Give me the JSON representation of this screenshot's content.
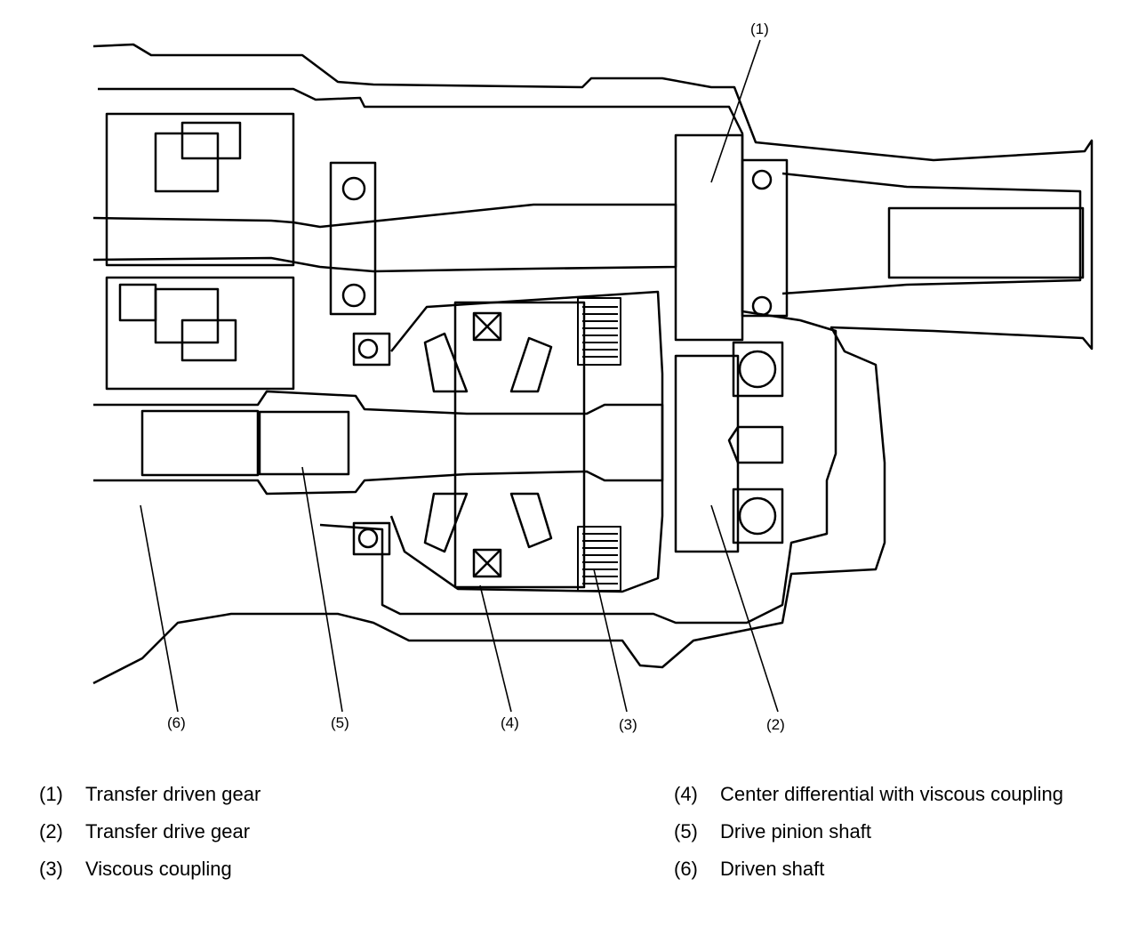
{
  "callouts": [
    "(1)",
    "(2)",
    "(3)",
    "(4)",
    "(5)",
    "(6)"
  ],
  "legend": {
    "left": [
      {
        "num": "(1)",
        "text": "Transfer driven gear"
      },
      {
        "num": "(2)",
        "text": "Transfer drive gear"
      },
      {
        "num": "(3)",
        "text": "Viscous coupling"
      }
    ],
    "right": [
      {
        "num": "(4)",
        "text": "Center differential with viscous coupling"
      },
      {
        "num": "(5)",
        "text": "Drive pinion shaft"
      },
      {
        "num": "(6)",
        "text": "Driven shaft"
      }
    ]
  }
}
